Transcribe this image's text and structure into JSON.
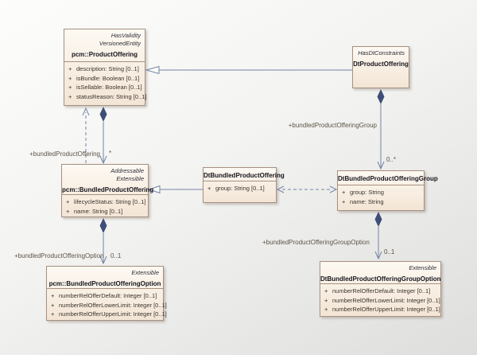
{
  "diagram": {
    "colors": {
      "node_fill_top": "#fdf9f3",
      "node_fill_bottom": "#f3e5d5",
      "node_border": "#a6917f",
      "connector": "#7384a6",
      "composition_diamond": "#3e4e77",
      "label_text": "#5d5346",
      "background_top": "#fdfdfc",
      "background_bottom": "#dededc"
    }
  },
  "classes": [
    {
      "name": "pcm::ProductOffering",
      "stereotypes": [
        "HasValidity",
        "VersionedEntity"
      ],
      "attributes": [
        {
          "vis": "+",
          "text": "description: String [0..1]"
        },
        {
          "vis": "+",
          "text": "isBundle: Boolean [0..1]"
        },
        {
          "vis": "+",
          "text": "isSellable: Boolean [0..1]"
        },
        {
          "vis": "+",
          "text": "statusReason: String [0..1]"
        }
      ]
    },
    {
      "name": "DtProductOffering",
      "stereotypes": [
        "HasDtConstraints"
      ],
      "attributes": []
    },
    {
      "name": "pcm::BundledProductOffering",
      "stereotypes": [
        "Addressable",
        "Extensible"
      ],
      "attributes": [
        {
          "vis": "+",
          "text": "lifecycleStatus: String [0..1]"
        },
        {
          "vis": "+",
          "text": "name: String [0..1]"
        }
      ]
    },
    {
      "name": "DtBundledProductOffering",
      "stereotypes": [],
      "attributes": [
        {
          "vis": "+",
          "text": "group: String [0..1]"
        }
      ]
    },
    {
      "name": "DtBundledProductOfferingGroup",
      "stereotypes": [],
      "attributes": [
        {
          "vis": "+",
          "text": "group: String"
        },
        {
          "vis": "+",
          "text": "name: String"
        }
      ]
    },
    {
      "name": "pcm::BundledProductOfferingOption",
      "stereotypes": [
        "Extensible"
      ],
      "attributes": [
        {
          "vis": "+",
          "text": "numberRelOfferDefault: Integer [0..1]"
        },
        {
          "vis": "+",
          "text": "numberRelOfferLowerLimit: Integer [0..1]"
        },
        {
          "vis": "+",
          "text": "numberRelOfferUpperLimit: Integer [0..1]"
        }
      ]
    },
    {
      "name": "DtBundledProductOfferingGroupOption",
      "stereotypes": [
        "Extensible"
      ],
      "attributes": [
        {
          "vis": "+",
          "text": "numberRelOfferDefault: Integer [0..1]"
        },
        {
          "vis": "+",
          "text": "numberRelOfferLowerLimit: Integer [0..1]"
        },
        {
          "vis": "+",
          "text": "numberRelOfferUpperLimit: Integer [0..1]"
        }
      ]
    }
  ],
  "connectors": [
    {
      "type": "generalization"
    },
    {
      "type": "dependency"
    },
    {
      "type": "composition",
      "label": "+bundledProductOffering",
      "multiplicity": "*"
    },
    {
      "type": "composition",
      "label": "+bundledProductOfferingGroup",
      "multiplicity": "0..*"
    },
    {
      "type": "generalization"
    },
    {
      "type": "dependency-bidirectional"
    },
    {
      "type": "composition",
      "label": "+bundledProductOfferingOption",
      "multiplicity": "0..1"
    },
    {
      "type": "composition",
      "label": "+bundledProductOfferingGroupOption",
      "multiplicity": "0..1"
    }
  ]
}
